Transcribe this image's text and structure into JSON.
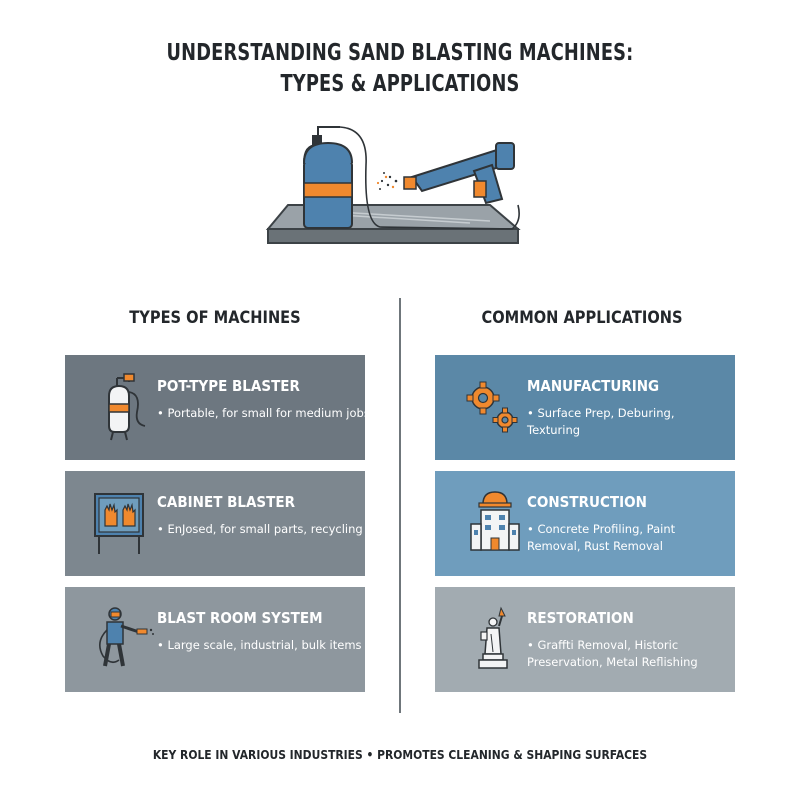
{
  "title": {
    "line1": "UNDERSTANDING SAND BLASTING MACHINES:",
    "line2": "TYPES & APPLICATIONS"
  },
  "hero": {
    "icon": "sandblaster-tank-and-gun-icon"
  },
  "types": {
    "heading": "TYPES OF MACHINES",
    "cards": [
      {
        "title": "POT-TYPE BLASTER",
        "description": "• Portable, for small for medium jobs",
        "icon": "pot-blaster-icon",
        "color": "#6d7780"
      },
      {
        "title": "CABINET BLASTER",
        "description": "• EnJosed, for small parts, recycling media",
        "icon": "cabinet-gloves-icon",
        "color": "#7d878f"
      },
      {
        "title": "BLAST ROOM SYSTEM",
        "description": "• Large scale, industrial, bulk items",
        "icon": "worker-blasting-icon",
        "color": "#8e979e"
      }
    ]
  },
  "applications": {
    "heading": "COMMON APPLICATIONS",
    "cards": [
      {
        "title": "MANUFACTURING",
        "description": "• Surface Prep, Deburing, Texturing",
        "icon": "gears-icon",
        "color": "#5b88a7"
      },
      {
        "title": "CONSTRUCTION",
        "description": "• Concrete Profiling, Paint Removal, Rust Removal",
        "icon": "building-hardhat-icon",
        "color": "#6f9dbd"
      },
      {
        "title": "RESTORATION",
        "description": "• Graffti Removal, Historic Preservation, Metal Reflishing",
        "icon": "statue-of-liberty-icon",
        "color": "#a2abb1"
      }
    ]
  },
  "footer": "KEY ROLE IN VARIOUS INDUSTRIES • PROMOTES CLEANING & SHAPING SURFACES",
  "colors": {
    "orange": "#f0892e",
    "blue": "#4e82ae",
    "dark": "#2f3438"
  }
}
